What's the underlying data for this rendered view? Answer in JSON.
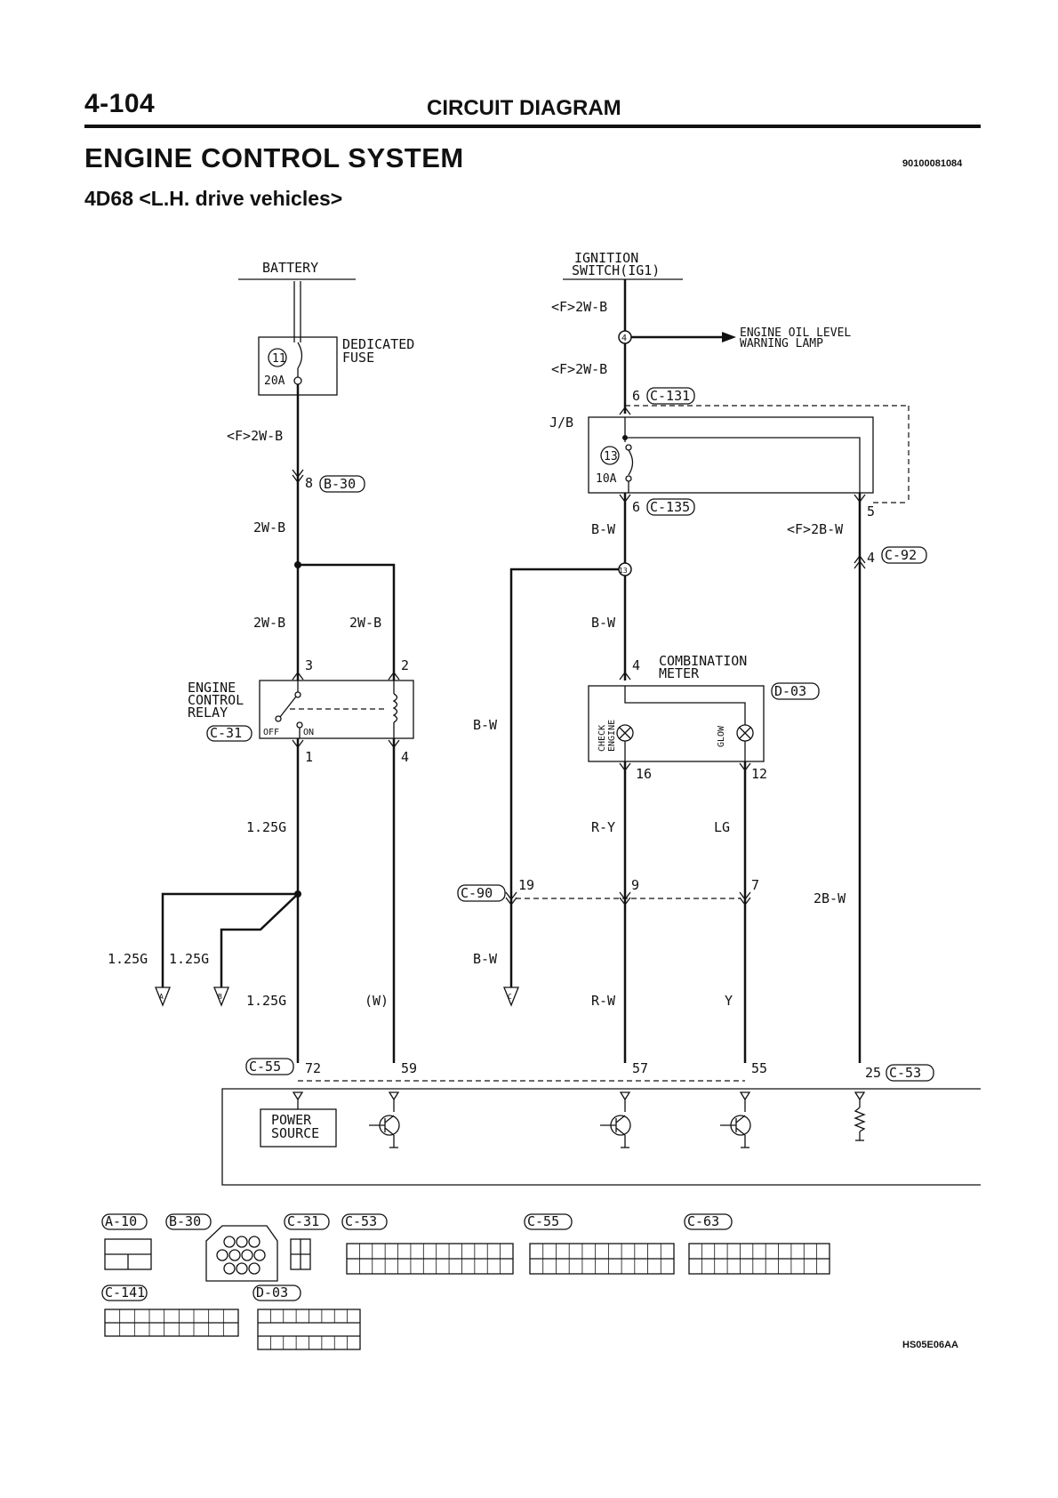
{
  "header": {
    "page_number": "4-104",
    "section": "CIRCUIT DIAGRAM",
    "title": "ENGINE CONTROL SYSTEM",
    "doc_number": "90100081084",
    "subtitle": "4D68 <L.H. drive vehicles>"
  },
  "figure_code": "HS05E06AA",
  "components": {
    "battery": "BATTERY",
    "ignition_switch_line1": "IGNITION",
    "ignition_switch_line2": "SWITCH(IG1)",
    "dedicated_fuse_line1": "DEDICATED",
    "dedicated_fuse_line2": "FUSE",
    "fuse11_num": "11",
    "fuse11_rating": "20A",
    "jb": "J/B",
    "fuse13_num": "13",
    "fuse13_rating": "10A",
    "engine_oil_line1": "ENGINE OIL LEVEL",
    "engine_oil_line2": "WARNING LAMP",
    "relay_line1": "ENGINE",
    "relay_line2": "CONTROL",
    "relay_line3": "RELAY",
    "relay_off": "OFF",
    "relay_on": "ON",
    "meter_line1": "COMBINATION",
    "meter_line2": "METER",
    "check_engine_line1": "CHECK",
    "check_engine_line2": "ENGINE",
    "glow": "GLOW",
    "power_source_line1": "POWER",
    "power_source_line2": "SOURCE",
    "splice4": "4",
    "splice13": "13"
  },
  "wires": {
    "f2wb_1": "<F>2W-B",
    "f2wb_2": "<F>2W-B",
    "f2wb_3": "<F>2W-B",
    "w2wb_1": "2W-B",
    "w2wb_2": "2W-B",
    "w2wb_3": "2W-B",
    "bw_1": "B-W",
    "bw_2": "B-W",
    "bw_3": "B-W",
    "bw_4": "B-W",
    "f2bw": "<F>2B-W",
    "w2bw": "2B-W",
    "g125_1": "1.25G",
    "g125_2": "1.25G",
    "g125_3": "1.25G",
    "g125_4": "1.25G",
    "w_paren": "(W)",
    "ry": "R-Y",
    "lg": "LG",
    "rw": "R-W",
    "y": "Y"
  },
  "connectors": {
    "c131": "C-131",
    "b30": "B-30",
    "c135": "C-135",
    "c92": "C-92",
    "d03": "D-03",
    "c31": "C-31",
    "c90": "C-90",
    "c55": "C-55",
    "c53": "C-53"
  },
  "pins": {
    "p6a": "6",
    "p8": "8",
    "p6b": "6",
    "p5": "5",
    "p4a": "4",
    "p3": "3",
    "p2": "2",
    "p1": "1",
    "p4b": "4",
    "p4c": "4",
    "p16": "16",
    "p12": "12",
    "p19": "19",
    "p9": "9",
    "p7": "7",
    "p72": "72",
    "p59": "59",
    "p57": "57",
    "p55": "55",
    "p25": "25"
  },
  "grounds": {
    "a": "A",
    "b": "B",
    "c": "C"
  },
  "legend": {
    "a10": "A-10",
    "b30": "B-30",
    "c31": "C-31",
    "c53": "C-53",
    "c55": "C-55",
    "c63": "C-63",
    "c141": "C-141",
    "d03": "D-03"
  }
}
